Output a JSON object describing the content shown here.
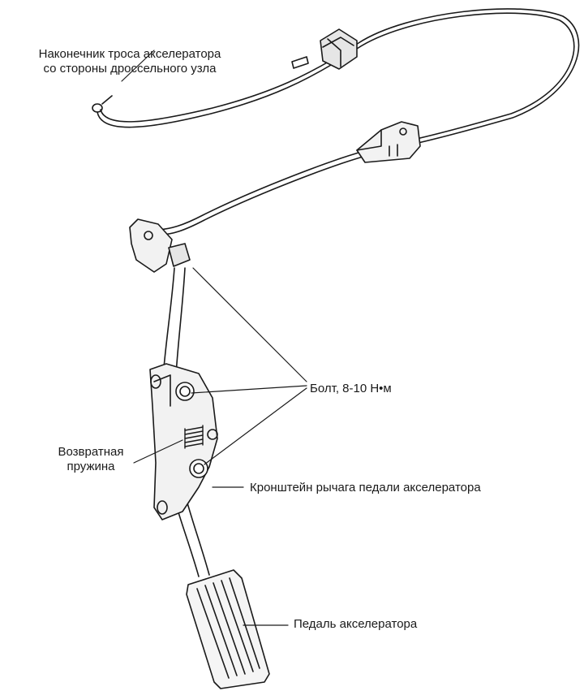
{
  "labels": {
    "cable_end_line1": "Наконечник троса акселератора",
    "cable_end_line2": "со стороны дроссельного узла",
    "bolt": "Болт, 8-10 Н•м",
    "spring_line1": "Возвратная",
    "spring_line2": "пружина",
    "bracket": "Кронштейн рычага педали акселератора",
    "pedal": "Педаль акселератора"
  }
}
